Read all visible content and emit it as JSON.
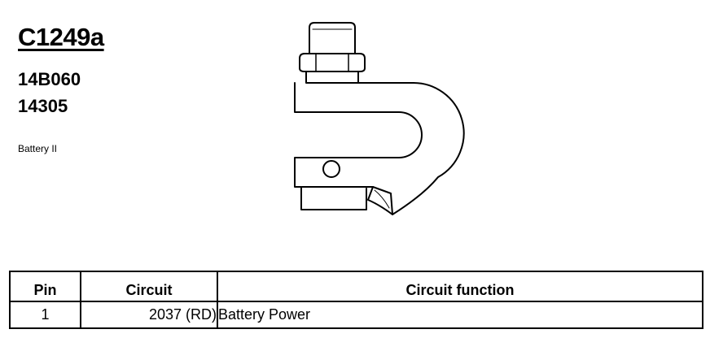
{
  "connector": {
    "id": "C1249a",
    "part_numbers": [
      "14B060",
      "14305"
    ],
    "description": "Battery II"
  },
  "diagram": {
    "icon": "battery-terminal-clamp-icon"
  },
  "pin_table": {
    "headers": {
      "pin": "Pin",
      "circuit": "Circuit",
      "function": "Circuit function"
    },
    "rows": [
      {
        "pin": "1",
        "circuit": "2037 (RD)",
        "function": "Battery Power"
      }
    ]
  }
}
